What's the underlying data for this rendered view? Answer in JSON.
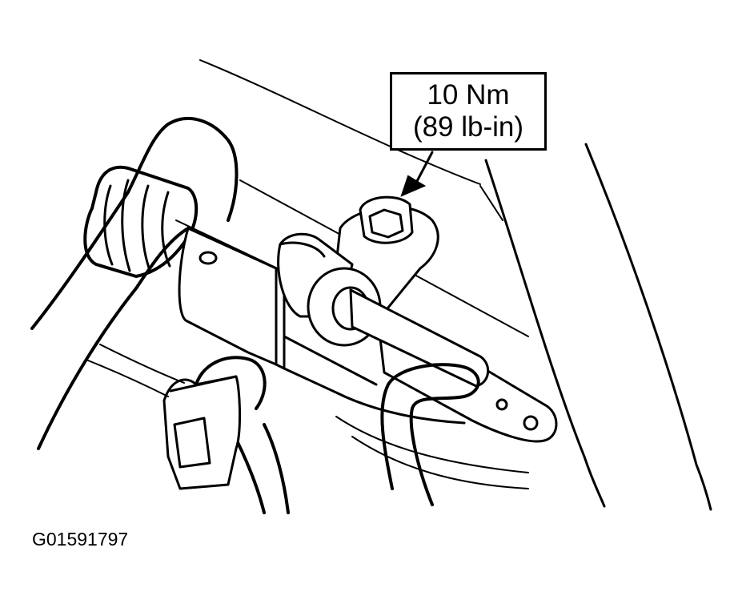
{
  "callout": {
    "torque_metric": "10 Nm",
    "torque_imperial": "(89 lb-in)"
  },
  "figure": {
    "id": "G01591797"
  }
}
